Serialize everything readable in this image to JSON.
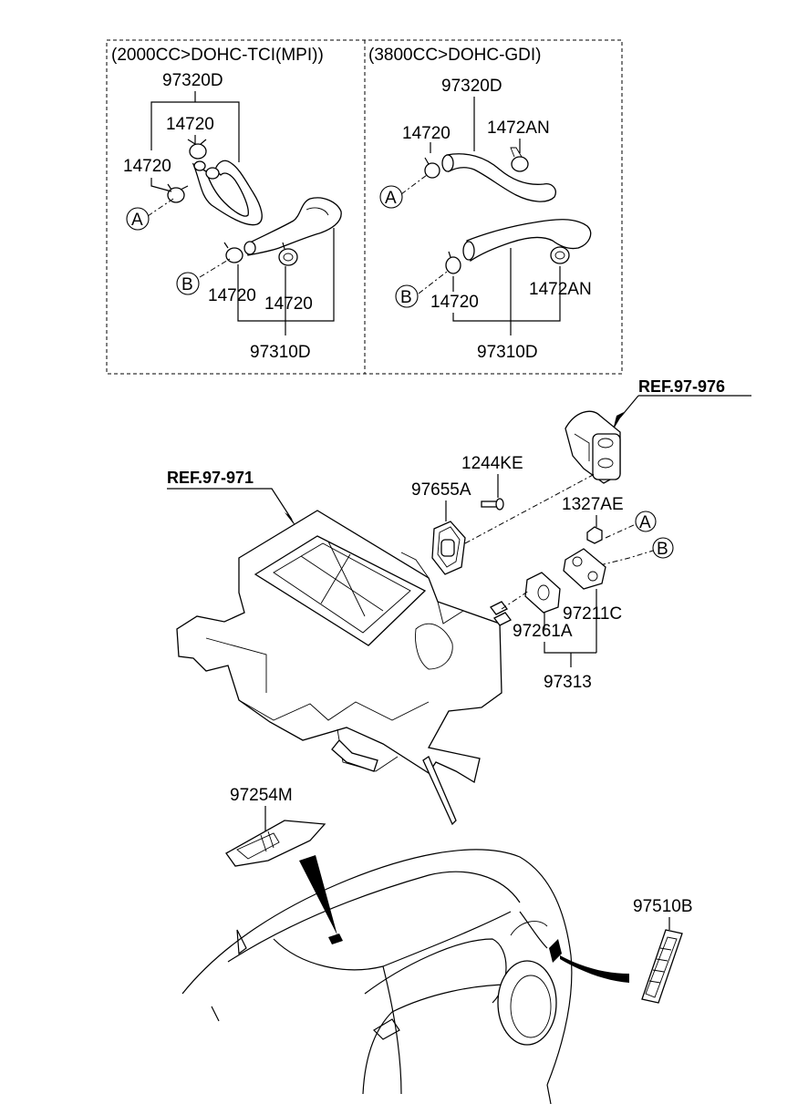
{
  "variants": {
    "left_title": "(2000CC>DOHC-TCI(MPI))",
    "right_title": "(3800CC>DOHC-GDI)"
  },
  "left_panel": {
    "hose_upper": "97320D",
    "clamp_top": "14720",
    "clamp_left": "14720",
    "marker_a": "A",
    "marker_b": "B",
    "clamp_bottom_left": "14720",
    "clamp_bottom_right": "14720",
    "hose_lower": "97310D"
  },
  "right_panel": {
    "hose_upper": "97320D",
    "clamp_left": "14720",
    "clamp_right": "1472AN",
    "marker_a": "A",
    "marker_b": "B",
    "clamp_bottom_left": "14720",
    "clamp_bottom_right": "1472AN",
    "hose_lower": "97310D"
  },
  "main": {
    "ref_valve": "REF.97-976",
    "ref_heater": "REF.97-971",
    "bolt": "1244KE",
    "grommet": "97655A",
    "nut": "1327AE",
    "marker_a": "A",
    "marker_b": "B",
    "plate_gasket": "97211C",
    "plate": "97261A",
    "kit": "97313",
    "duct_cover": "97254M",
    "vent_grille": "97510B"
  }
}
